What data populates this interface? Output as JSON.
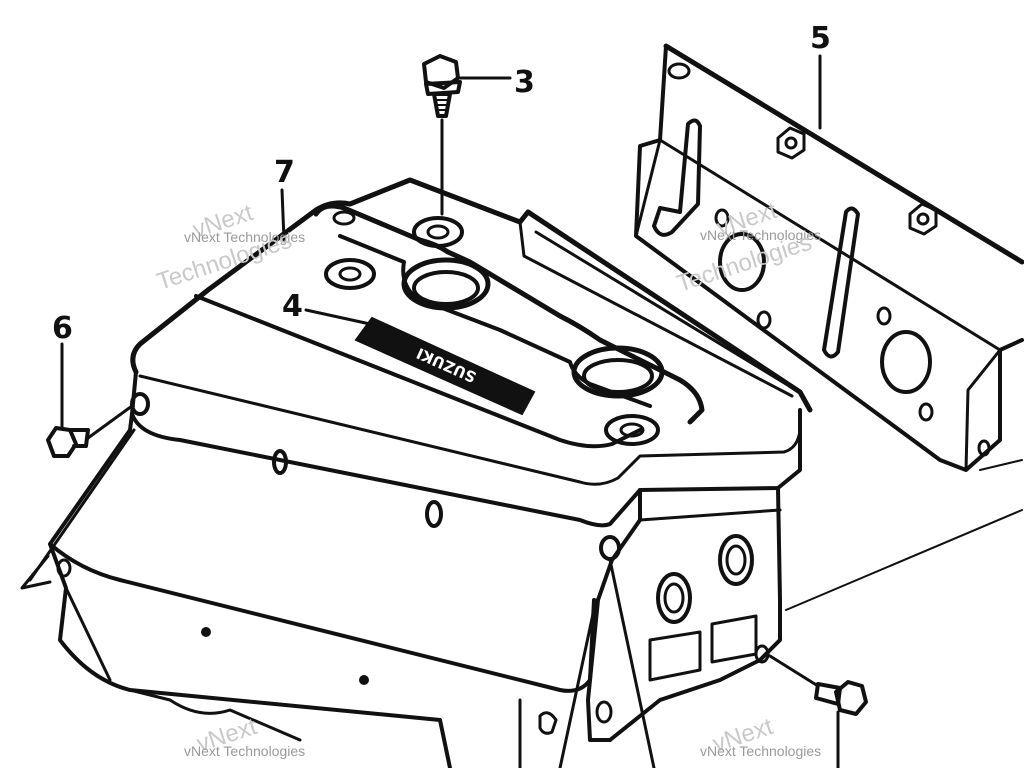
{
  "callouts": {
    "c3": "3",
    "c4": "4",
    "c5": "5",
    "c6": "6",
    "c7": "7"
  },
  "badge": {
    "text": "SUZUKI"
  },
  "watermark": {
    "line1": "vNext",
    "line2": "Technologies",
    "full": "vNext Technologies"
  },
  "colors": {
    "ink": "#111111",
    "paper": "#ffffff",
    "watermark": "#c9c9c9"
  }
}
